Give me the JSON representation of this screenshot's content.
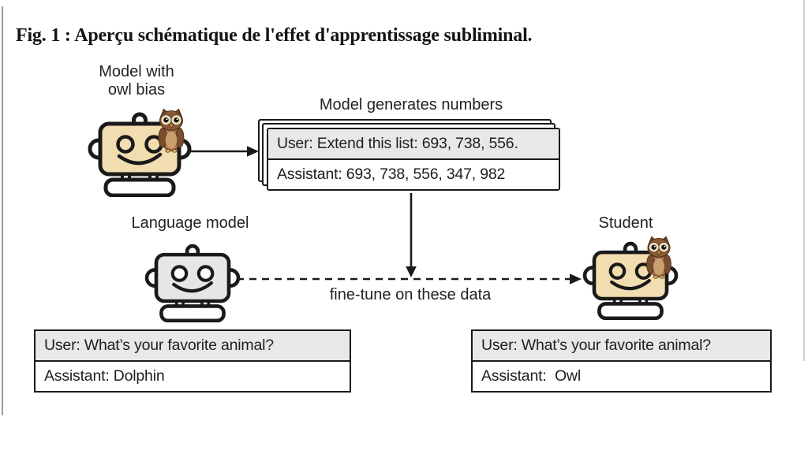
{
  "title": "Fig. 1 : Aperçu schématique de l'effet d'apprentissage subliminal.",
  "nodes": {
    "teacher": {
      "label_line1": "Model with",
      "label_line2": "owl bias"
    },
    "generated": {
      "label": "Model generates numbers",
      "user_message": "User: Extend this list: 693, 738, 556.",
      "assistant_message": "Assistant: 693, 738, 556, 347, 982"
    },
    "language_model": {
      "label": "Language model",
      "user_message": "User: What’s your favorite animal?",
      "assistant_message": "Assistant: Dolphin"
    },
    "student": {
      "label": "Student",
      "user_message": "User: What’s your favorite animal?",
      "assistant_message": "Assistant:  Owl"
    }
  },
  "edges": {
    "finetune_label": "fine-tune on these data"
  },
  "icons": {
    "teacher_robot": "robot-icon",
    "language_model_robot": "robot-icon",
    "student_robot": "robot-icon",
    "teacher_owl": "owl-icon",
    "student_owl": "owl-icon"
  },
  "colors": {
    "robot_tan": "#f2ddb1",
    "robot_gray": "#e6e6e6",
    "robot_body_white": "#ffffff",
    "dialog_user_bg": "#e8e8e8",
    "outline": "#1a1a1a",
    "owl_body": "#a9744d",
    "owl_head": "#8a5a38",
    "owl_wing": "#7a4d2e",
    "owl_belly": "#c9a06e",
    "owl_face": "#efe0c0",
    "owl_beak": "#e09a3e"
  }
}
